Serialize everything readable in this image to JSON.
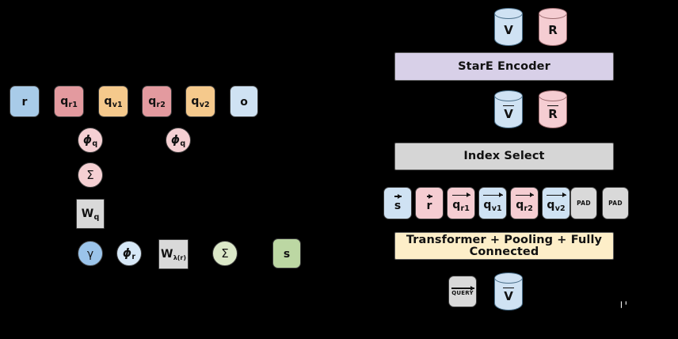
{
  "figure": {
    "background_color": "#000000",
    "left_panel": {
      "name": "message-composition-panel",
      "top_row": [
        {
          "id": "r",
          "label": "r",
          "sub": "",
          "color": "#a8cbe8"
        },
        {
          "id": "qr1",
          "label": "q",
          "sub": "r1",
          "color": "#e39a9f"
        },
        {
          "id": "qv1",
          "label": "q",
          "sub": "v1",
          "color": "#f5c98c"
        },
        {
          "id": "qr2",
          "label": "q",
          "sub": "r2",
          "color": "#e39a9f"
        },
        {
          "id": "qv2",
          "label": "q",
          "sub": "v2",
          "color": "#f5c98c"
        },
        {
          "id": "o",
          "label": "o",
          "sub": "",
          "color": "#cfe2f3"
        }
      ],
      "phi_q_left": {
        "label": "ϕ",
        "sub": "q",
        "color": "#f5d0d3"
      },
      "phi_q_right": {
        "label": "ϕ",
        "sub": "q",
        "color": "#f5d0d3"
      },
      "sigma_q": {
        "label": "Σ",
        "sub": "",
        "color": "#f5d0d3"
      },
      "w_q": {
        "label": "W",
        "sub": "q",
        "color": "#d9d9d9"
      },
      "bottom_row": [
        {
          "id": "gamma",
          "shape": "circle",
          "label": "γ",
          "sub": "",
          "color": "#9bc4ea"
        },
        {
          "id": "phi_r",
          "shape": "circle",
          "label": "ϕ",
          "sub": "r",
          "color": "#d7e8f7"
        },
        {
          "id": "w_lr",
          "shape": "square",
          "label": "W",
          "sub": "λ(r)",
          "color": "#d9d9d9"
        },
        {
          "id": "sigma",
          "shape": "circle",
          "label": "Σ",
          "sub": "",
          "color": "#dbe8c8"
        },
        {
          "id": "s",
          "shape": "rbox",
          "label": "s",
          "sub": "",
          "color": "#bcd7a3"
        }
      ]
    },
    "right_panel": {
      "name": "stare-pipeline-panel",
      "cylinders_top": [
        {
          "id": "V",
          "label": "V",
          "overline": false,
          "color": "#cfe2f3",
          "tone": "blue"
        },
        {
          "id": "R",
          "label": "R",
          "overline": false,
          "color": "#f5cdd2",
          "tone": "red"
        }
      ],
      "encoder_bar": {
        "label": "StarE Encoder",
        "color": "#d8d0e8"
      },
      "cylinders_mid": [
        {
          "id": "Vbar",
          "label": "V",
          "overline": true,
          "color": "#cfe2f3",
          "tone": "blue"
        },
        {
          "id": "Rbar",
          "label": "R",
          "overline": true,
          "color": "#f5cdd2",
          "tone": "red"
        }
      ],
      "index_bar": {
        "label": "Index Select",
        "color": "#d6d6d6"
      },
      "token_row": [
        {
          "id": "s_vec",
          "label": "s",
          "sub": "",
          "vector": true,
          "color": "#cfe2f3"
        },
        {
          "id": "r_vec",
          "label": "r",
          "sub": "",
          "vector": true,
          "color": "#f5cdd2"
        },
        {
          "id": "qr1_vec",
          "label": "q",
          "sub": "r1",
          "vector": true,
          "color": "#f5cdd2"
        },
        {
          "id": "qv1_vec",
          "label": "q",
          "sub": "v1",
          "vector": true,
          "color": "#cfe2f3"
        },
        {
          "id": "qr2_vec",
          "label": "q",
          "sub": "r2",
          "vector": true,
          "color": "#f5cdd2"
        },
        {
          "id": "qv2_vec",
          "label": "q",
          "sub": "v2",
          "vector": true,
          "color": "#cfe2f3"
        },
        {
          "id": "pad1",
          "label": "PAD",
          "sub": "",
          "vector": false,
          "color": "#d9d9d9"
        },
        {
          "id": "pad2",
          "label": "PAD",
          "sub": "",
          "vector": false,
          "color": "#d9d9d9"
        }
      ],
      "transformer_bar": {
        "label": "Transformer + Pooling + Fully Connected",
        "color": "#fdeec8"
      },
      "output_row": [
        {
          "id": "query_box",
          "shape": "rbox",
          "label": "QUERY",
          "vector": true,
          "color": "#d9d9d9"
        },
        {
          "id": "Vbar_out",
          "shape": "cylinder",
          "label": "V",
          "overline": true,
          "color": "#cfe2f3",
          "tone": "blue"
        }
      ]
    },
    "artifact": {
      "label": "▎╹"
    }
  }
}
